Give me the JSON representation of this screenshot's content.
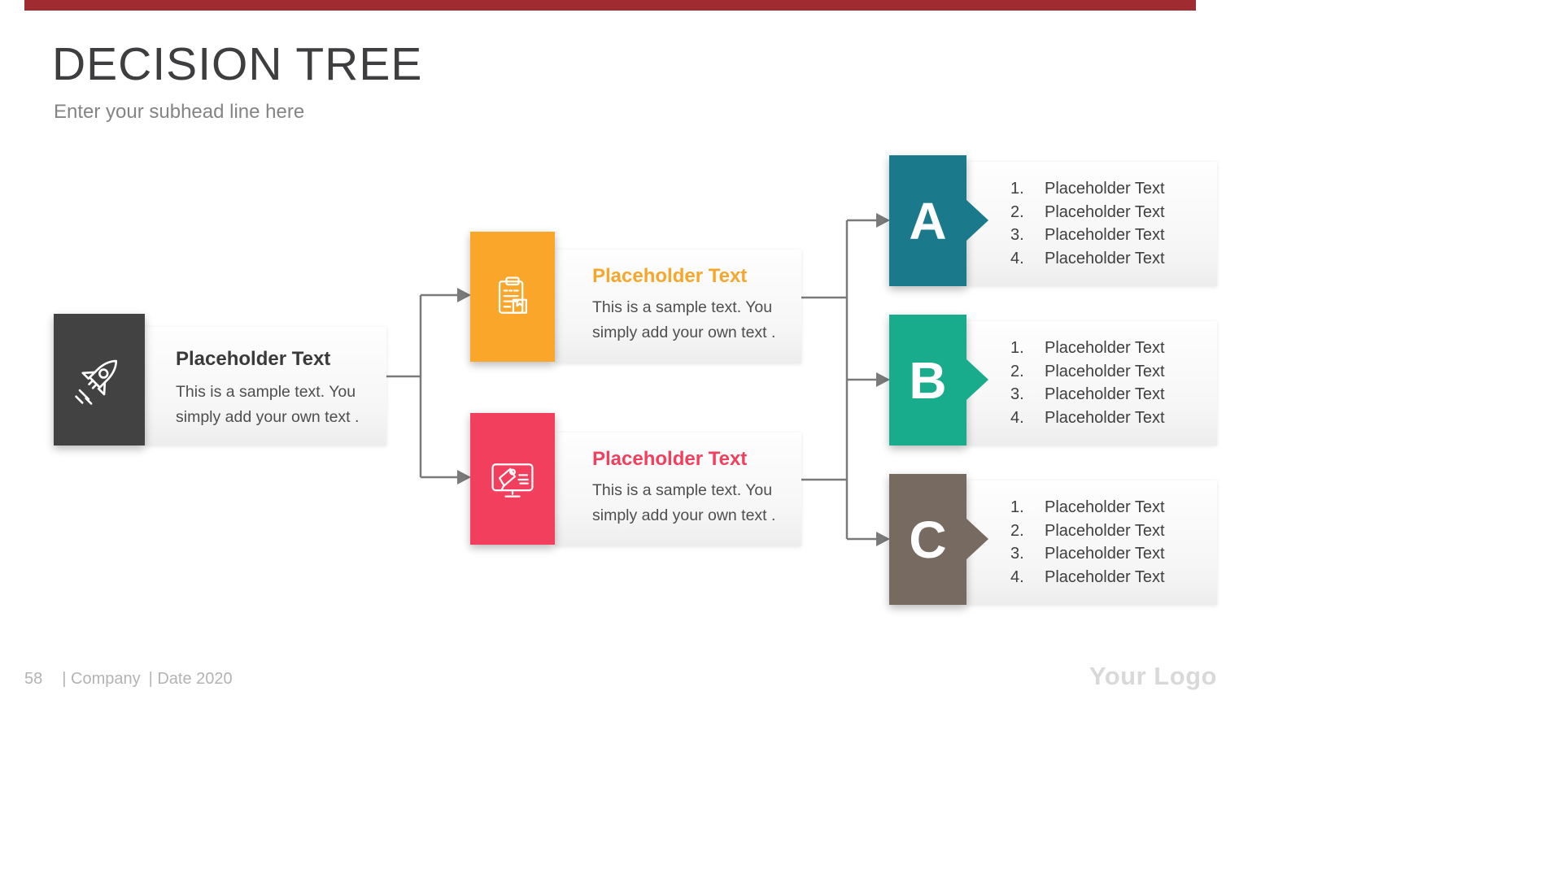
{
  "accent": {
    "bar_color": "#A02B30"
  },
  "header": {
    "title": "DECISION TREE",
    "subtitle": "Enter your subhead line here"
  },
  "root": {
    "icon": "rocket-icon",
    "box_color": "#424242",
    "heading": "Placeholder Text",
    "heading_color": "#3A3A3A",
    "body_line1": "This is a sample text. You",
    "body_line2": "simply add your own text ."
  },
  "branches": [
    {
      "icon": "clipboard-icon",
      "box_color": "#F9A62B",
      "heading": "Placeholder Text",
      "heading_color": "#F6A72B",
      "body_line1": "This is a sample text. You",
      "body_line2": "simply add your own text ."
    },
    {
      "icon": "megaphone-monitor-icon",
      "box_color": "#F23F5D",
      "heading": "Placeholder Text",
      "heading_color": "#F23F5D",
      "body_line1": "This is a sample text. You",
      "body_line2": "simply add your own text ."
    }
  ],
  "outcomes": [
    {
      "label": "A",
      "box_color": "#1A7A8B",
      "items": [
        {
          "num": "1.",
          "text": "Placeholder Text"
        },
        {
          "num": "2.",
          "text": "Placeholder Text"
        },
        {
          "num": "3.",
          "text": "Placeholder Text"
        },
        {
          "num": "4.",
          "text": "Placeholder Text"
        }
      ]
    },
    {
      "label": "B",
      "box_color": "#19AC8C",
      "items": [
        {
          "num": "1.",
          "text": "Placeholder Text"
        },
        {
          "num": "2.",
          "text": "Placeholder Text"
        },
        {
          "num": "3.",
          "text": "Placeholder Text"
        },
        {
          "num": "4.",
          "text": "Placeholder Text"
        }
      ]
    },
    {
      "label": "C",
      "box_color": "#776A60",
      "items": [
        {
          "num": "1.",
          "text": "Placeholder Text"
        },
        {
          "num": "2.",
          "text": "Placeholder Text"
        },
        {
          "num": "3.",
          "text": "Placeholder Text"
        },
        {
          "num": "4.",
          "text": "Placeholder Text"
        }
      ]
    }
  ],
  "footer": {
    "page_number": "58",
    "company": "| Company",
    "date": "| Date 2020",
    "logo_text": "Your Logo"
  }
}
